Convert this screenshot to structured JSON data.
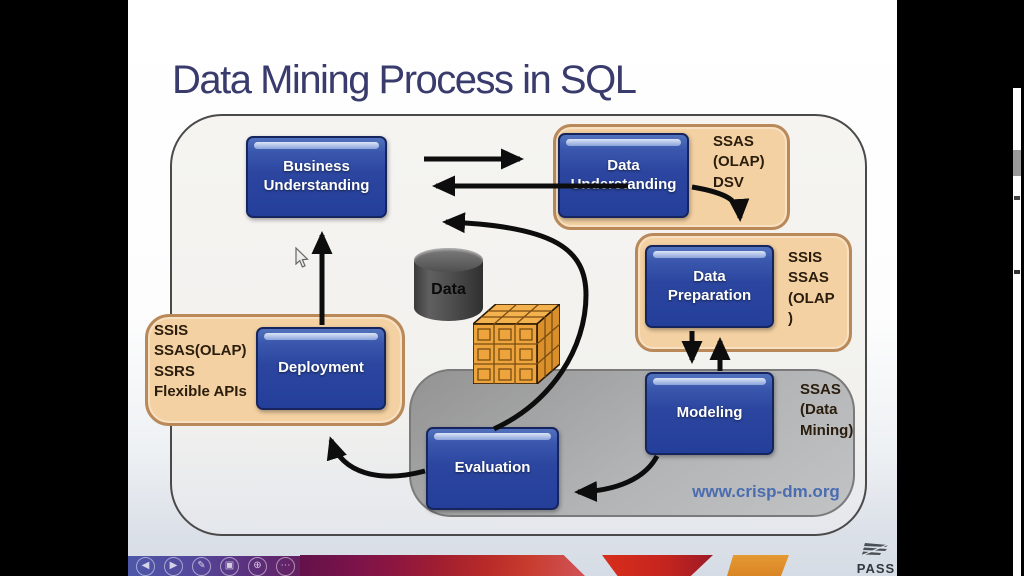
{
  "colors": {
    "title-ink": "#3a3b6d",
    "node-blue": "#2c46a0",
    "node-border": "#16255e",
    "container-tan": "#f3d1a2",
    "tan-border": "#b9895a",
    "container-gray": "#b0b1b3",
    "gray-border": "#7a7a7a",
    "tools-ink": "#2a1d0d",
    "link-blue": "#4a6cb0",
    "arrow-black": "#0d0d0d"
  },
  "slide": {
    "title": "Data Mining Process in SQL"
  },
  "diagram": {
    "nodes": {
      "business_understanding": {
        "label": "Business Understanding"
      },
      "data_understanding": {
        "label": "Data Understanding",
        "tools": "SSAS\n(OLAP)\nDSV"
      },
      "data_preparation": {
        "label": "Data Preparation",
        "tools": "SSIS\nSSAS\n(OLAP\n)"
      },
      "modeling": {
        "label": "Modeling",
        "tools": "SSAS\n(Data\nMining)"
      },
      "evaluation": {
        "label": "Evaluation"
      },
      "deployment": {
        "label": "Deployment",
        "tools": "SSIS\nSSAS(OLAP)\nSSRS\nFlexible APIs"
      }
    },
    "data_store_label": "Data",
    "source_link": "www.crisp-dm.org"
  },
  "toolbar": {
    "icons": [
      {
        "name": "previous-slide",
        "glyph": "◀"
      },
      {
        "name": "next-slide",
        "glyph": "▶"
      },
      {
        "name": "pen-annotate",
        "glyph": "✎"
      },
      {
        "name": "slide-thumbnails",
        "glyph": "▣"
      },
      {
        "name": "zoom",
        "glyph": "⊕"
      },
      {
        "name": "more-options",
        "glyph": "⋯"
      }
    ]
  },
  "branding": {
    "logo_text": "PASS"
  }
}
